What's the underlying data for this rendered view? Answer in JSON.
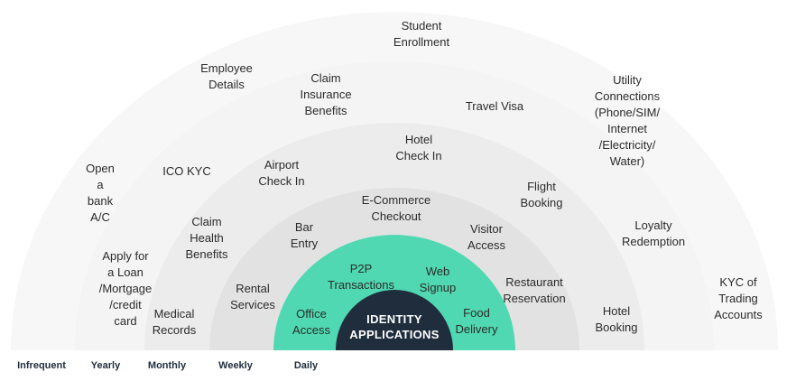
{
  "colors": {
    "ring_yearly": "#f4f4f4",
    "ring_monthly": "#ececec",
    "ring_weekly": "#e2e2e2",
    "ring_daily_bg": "#d6d6d6",
    "ring_daily": "#4fd8b1",
    "core": "#1f2d3d",
    "text": "#2b2b2b"
  },
  "core": {
    "title": [
      "IDENTITY",
      "APPLICATIONS"
    ]
  },
  "frequency_axis": [
    "Infrequent",
    "Yearly",
    "Monthly",
    "Weekly",
    "Daily"
  ],
  "labels": {
    "infrequent": [
      [
        "Student",
        "Enrollment"
      ],
      [
        "Open",
        "a",
        "bank",
        "A/C"
      ],
      [
        "Apply for",
        "a Loan",
        "/Mortgage",
        "/credit",
        "card"
      ],
      [
        "Utility",
        "Connections",
        "(Phone/SIM/",
        "Internet",
        "/Electricity/",
        "Water)"
      ],
      [
        "KYC of",
        "Trading",
        "Accounts"
      ]
    ],
    "yearly": [
      [
        "Employee",
        "Details"
      ],
      [
        "ICO KYC"
      ],
      [
        "Travel Visa"
      ],
      [
        "Loyalty",
        "Redemption"
      ],
      [
        "Medical",
        "Records"
      ]
    ],
    "monthly": [
      [
        "Claim",
        "Insurance",
        "Benefits"
      ],
      [
        "Claim",
        "Health",
        "Benefits"
      ],
      [
        "Flight",
        "Booking"
      ],
      [
        "Hotel",
        "Booking"
      ]
    ],
    "weekly": [
      [
        "Hotel",
        "Check In"
      ],
      [
        "Airport",
        "Check In"
      ],
      [
        "Rental",
        "Services"
      ],
      [
        "Restaurant",
        "Reservation"
      ]
    ],
    "daily_outer": [
      [
        "E-Commerce",
        "Checkout"
      ],
      [
        "Bar",
        "Entry"
      ],
      [
        "Visitor",
        "Access"
      ]
    ],
    "daily": [
      [
        "P2P",
        "Transactions"
      ],
      [
        "Web",
        "Signup"
      ],
      [
        "Office",
        "Access"
      ],
      [
        "Food",
        "Delivery"
      ]
    ]
  }
}
